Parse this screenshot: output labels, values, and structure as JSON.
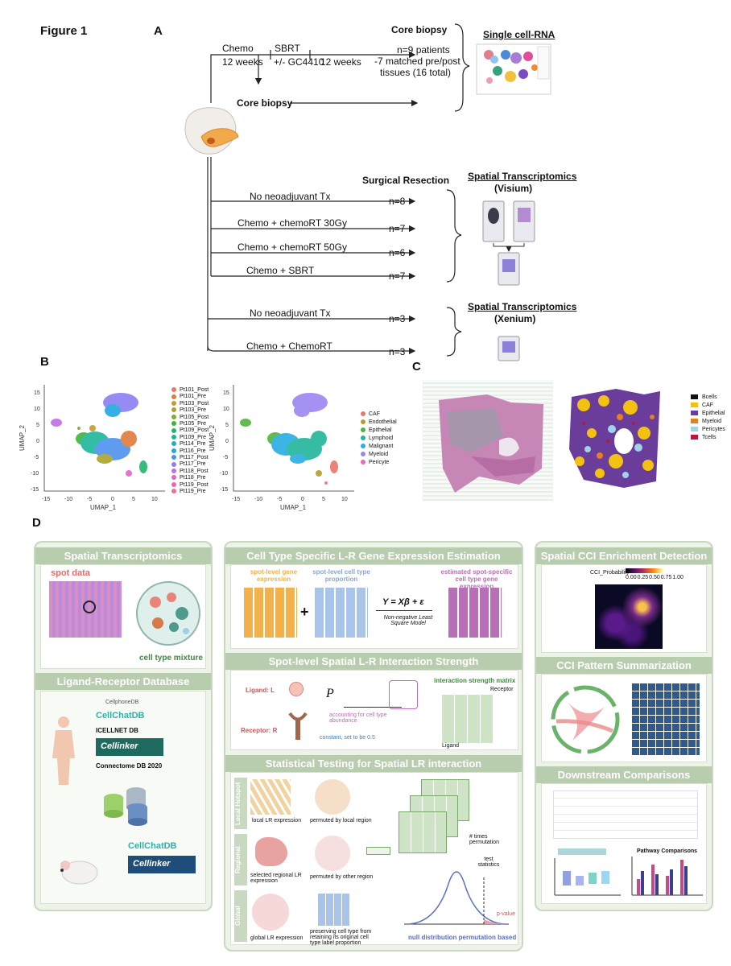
{
  "figure_title": "Figure 1",
  "panel_labels": {
    "a": "A",
    "b": "B",
    "c": "C",
    "d": "D"
  },
  "panel_a": {
    "chemo": "Chemo",
    "chemo_weeks": "12 weeks",
    "sbrt": "SBRT",
    "sbrt_drug": "+/- GC4410",
    "sbrt_weeks": "12 weeks",
    "core_biopsy_top": "Core biopsy",
    "patients": "n=9 patients",
    "matched": "-7 matched pre/post",
    "tissues": "tissues (16 total)",
    "core_biopsy_mid": "Core biopsy",
    "single_cell": "Single cell-RNA",
    "surgical_resection": "Surgical Resection",
    "visium_title": "Spatial Transcriptomics",
    "visium_sub": "(Visium)",
    "xenium_title": "Spatial Transcriptomics",
    "xenium_sub": "(Xenium)",
    "arms": [
      {
        "label": "No neoadjuvant Tx",
        "n": "n=8"
      },
      {
        "label": "Chemo + chemoRT 30Gy",
        "n": "n=7"
      },
      {
        "label": "Chemo + chemoRT 50Gy",
        "n": "n=6"
      },
      {
        "label": "Chemo + SBRT",
        "n": "n=7"
      },
      {
        "label": "No neoadjuvant Tx",
        "n": "n=3"
      },
      {
        "label": "Chemo + ChemoRT",
        "n": "n=3"
      }
    ]
  },
  "panel_b": {
    "umap_x": "UMAP_1",
    "umap_y": "UMAP_2",
    "x_ticks": [
      "-15",
      "-10",
      "-5",
      "0",
      "5",
      "10"
    ],
    "y_ticks": [
      "15",
      "10",
      "5",
      "0",
      "-5",
      "-10",
      "-15"
    ],
    "legend1": [
      {
        "name": "Pt101_Post",
        "color": "#e8766d"
      },
      {
        "name": "Pt101_Pre",
        "color": "#e07b3b"
      },
      {
        "name": "Pt103_Post",
        "color": "#c99a2e"
      },
      {
        "name": "Pt103_Pre",
        "color": "#a9a52c"
      },
      {
        "name": "Pt105_Post",
        "color": "#7fae2c"
      },
      {
        "name": "Pt105_Pre",
        "color": "#3fb43c"
      },
      {
        "name": "Pt109_Post",
        "color": "#23b56b"
      },
      {
        "name": "Pt109_Pre",
        "color": "#1db69c"
      },
      {
        "name": "Pt114_Pre",
        "color": "#1ab2c3"
      },
      {
        "name": "Pt116_Pre",
        "color": "#24a6e0"
      },
      {
        "name": "Pt117_Post",
        "color": "#4d92ef"
      },
      {
        "name": "Pt117_Pre",
        "color": "#8b7ff2"
      },
      {
        "name": "Pt118_Post",
        "color": "#bf6ee6"
      },
      {
        "name": "Pt118_Pre",
        "color": "#e063cc"
      },
      {
        "name": "Pt119_Post",
        "color": "#ef66a8"
      },
      {
        "name": "Pt119_Pre",
        "color": "#f0708a"
      }
    ],
    "legend2": [
      {
        "name": "CAF",
        "color": "#e8766d"
      },
      {
        "name": "Endothelial",
        "color": "#b79c27"
      },
      {
        "name": "Epithelial",
        "color": "#52b43d"
      },
      {
        "name": "Lymphoid",
        "color": "#22b59b"
      },
      {
        "name": "Malignant",
        "color": "#27aee3"
      },
      {
        "name": "Myeloid",
        "color": "#9b86f0"
      },
      {
        "name": "Pericyte",
        "color": "#ef69b4"
      }
    ]
  },
  "panel_c": {
    "legend": [
      {
        "name": "Bcells",
        "color": "#111111"
      },
      {
        "name": "CAF",
        "color": "#f3c111"
      },
      {
        "name": "Epithelial",
        "color": "#6a3d9a"
      },
      {
        "name": "Myeloid",
        "color": "#e67e22"
      },
      {
        "name": "Pericytes",
        "color": "#9fd3ec"
      },
      {
        "name": "Tcells",
        "color": "#c0143c"
      }
    ]
  },
  "panel_d": {
    "st_title": "Spatial Transcriptomics",
    "spot_data": "spot data",
    "cell_mixture": "cell type mixture",
    "lr_db_title": "Ligand-Receptor Database",
    "cellphonedb": "CellphoneDB",
    "cellchatdb": "CellChatDB",
    "icellnet": "ICELLNET DB",
    "cellinker": "Cellinker",
    "connectome": "Connectome DB 2020",
    "cellchatdb2": "CellChatDB",
    "cellinker2": "Cellinker",
    "est_title": "Cell Type Specific L-R Gene Expression Estimation",
    "spot_gene": "spot-level gene expression",
    "spot_prop": "spot-level cell type proportion",
    "est_expr": "estimated spot-specific cell type gene expression",
    "model_eq": "Y = Xβ + ε",
    "nnls": "Non-negative Least Square Model",
    "strength_title": "Spot-level Spatial L-R Interaction Strength",
    "ligand": "Ligand: L",
    "receptor": "Receptor: R",
    "formula": "P",
    "abundance": "accounting for cell type abundance",
    "constant": "constant, set to be 0.5",
    "matrix_title": "interaction strength matrix",
    "receptor_axis": "Receptor",
    "ligand_axis": "Ligand",
    "stat_title": "Statistical Testing for Spatial LR interaction",
    "local_hotspot": "Local Hotspot",
    "regional": "Regional",
    "global": "Global",
    "local_lr": "local LR expression",
    "perm_local": "permuted by local region",
    "sel_regional": "selected regional LR expression",
    "perm_other": "permuted by other region",
    "global_lr": "global LR expression",
    "perm_global": "preserving cell type from retaining its original cell type label proportion",
    "times_perm": "# times permutation",
    "test_stats": "test statistics",
    "p_value": "p-value",
    "null_dist": "null distribution permutation based",
    "enrich_title": "Spatial CCI Enrichment Detection",
    "cci_prob": "CCI_Probability",
    "cci_ticks": [
      "0.00",
      "0.25",
      "0.50",
      "0.75",
      "1.00"
    ],
    "pattern_title": "CCI Pattern Summarization",
    "downstream_title": "Downstream Comparisons",
    "pathway_comp": "Pathway Comparisons"
  },
  "colors": {
    "panel_bg": "#eef3ea",
    "panel_title": "#b8ccae",
    "orange": "#f2b14a",
    "blue": "#a9c4ea",
    "purple": "#b86fb8"
  }
}
